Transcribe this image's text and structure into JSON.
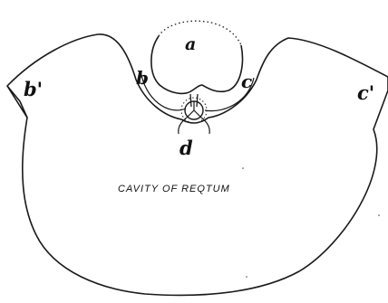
{
  "figure": {
    "labels": {
      "a": "a",
      "b": "b",
      "c": "c",
      "b_prime": "b'",
      "c_prime": "c'",
      "d": "d"
    },
    "caption": "CAVITY OF REQTUM"
  }
}
